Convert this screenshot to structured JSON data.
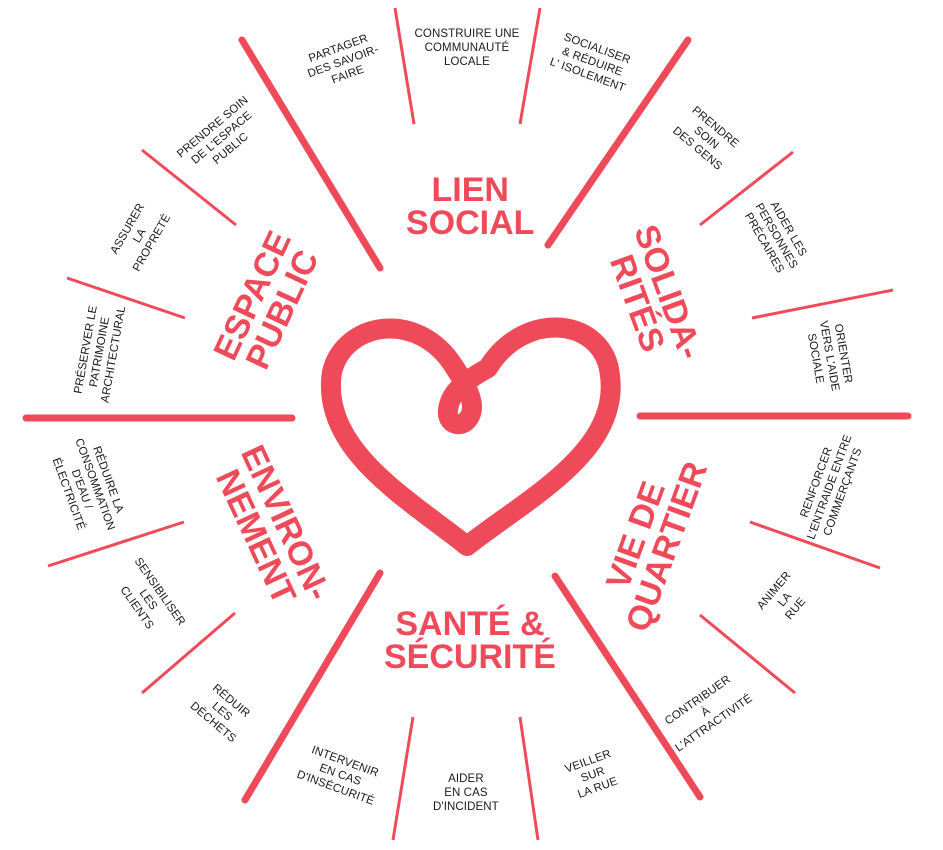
{
  "colors": {
    "accent": "#ef4a5a",
    "text": "#1a1a1a",
    "background": "#ffffff"
  },
  "icon": "heart-icon",
  "categories": [
    {
      "id": "lien-social",
      "lines": [
        "LIEN",
        "SOCIAL"
      ]
    },
    {
      "id": "solidarites",
      "lines": [
        "SOLIDA-",
        "RITÉS"
      ]
    },
    {
      "id": "vie-de-quartier",
      "lines": [
        "VIE DE",
        "QUARTIER"
      ]
    },
    {
      "id": "sante-securite",
      "lines": [
        "SANTÉ &",
        "SÉCURITÉ"
      ]
    },
    {
      "id": "environnement",
      "lines": [
        "ENVIRON-",
        "NEMENT"
      ]
    },
    {
      "id": "espace-public",
      "lines": [
        "ESPACE",
        "PUBLIC"
      ]
    }
  ],
  "actions": [
    {
      "id": "construire",
      "lines": [
        "CONSTRUIRE UNE",
        "COMMUNAUTÉ",
        "LOCALE"
      ]
    },
    {
      "id": "socialiser",
      "lines": [
        "SOCIALISER",
        "& RÉDUIRE",
        "L' ISOLEMENT"
      ]
    },
    {
      "id": "prendre-soin-gens",
      "lines": [
        "PRENDRE",
        "SOIN",
        "DES GENS"
      ]
    },
    {
      "id": "aider-precaires",
      "lines": [
        "AIDER LES",
        "PERSONNES",
        "PRÉCAIRES"
      ]
    },
    {
      "id": "orienter",
      "lines": [
        "ORIENTER",
        "VERS L'AIDE",
        "SOCIALE"
      ]
    },
    {
      "id": "renforcer",
      "lines": [
        "RENFORCER",
        "L'ENTRAIDE ENTRE",
        "COMMERÇANTS"
      ]
    },
    {
      "id": "animer",
      "lines": [
        "ANIMER",
        "LA",
        "RUE"
      ]
    },
    {
      "id": "contribuer",
      "lines": [
        "CONTRIBUER",
        "À",
        "L'ATTRACTIVITÉ"
      ]
    },
    {
      "id": "veiller",
      "lines": [
        "VEILLER",
        "SUR",
        "LA RUE"
      ]
    },
    {
      "id": "aider-incident",
      "lines": [
        "AIDER",
        "EN CAS",
        "D'INCIDENT"
      ]
    },
    {
      "id": "intervenir",
      "lines": [
        "INTERVENIR",
        "EN CAS",
        "D'INSÉCURITÉ"
      ]
    },
    {
      "id": "reduire-dechets",
      "lines": [
        "RÉDUIR",
        "LES",
        "DÉCHETS"
      ]
    },
    {
      "id": "sensibiliser",
      "lines": [
        "SENSIBILISER",
        "LES",
        "CLIENTS"
      ]
    },
    {
      "id": "reduire-conso",
      "lines": [
        "RÉDUIRE LA",
        "CONSOMMATION",
        "D'EAU /",
        "ÉLECTRICITÉ"
      ]
    },
    {
      "id": "preserver",
      "lines": [
        "PRÉSERVER LE",
        "PATRIMOINE",
        "ARCHITECTURAL"
      ]
    },
    {
      "id": "assurer",
      "lines": [
        "ASSURER",
        "LA",
        "PROPRETÉ"
      ]
    },
    {
      "id": "prendre-soin-espace",
      "lines": [
        "PRENDRE SOIN",
        "DE L'ESPACE",
        "PUBLIC"
      ]
    },
    {
      "id": "partager",
      "lines": [
        "PARTAGER",
        "DES SAVOIR-",
        "FAIRE"
      ]
    }
  ]
}
